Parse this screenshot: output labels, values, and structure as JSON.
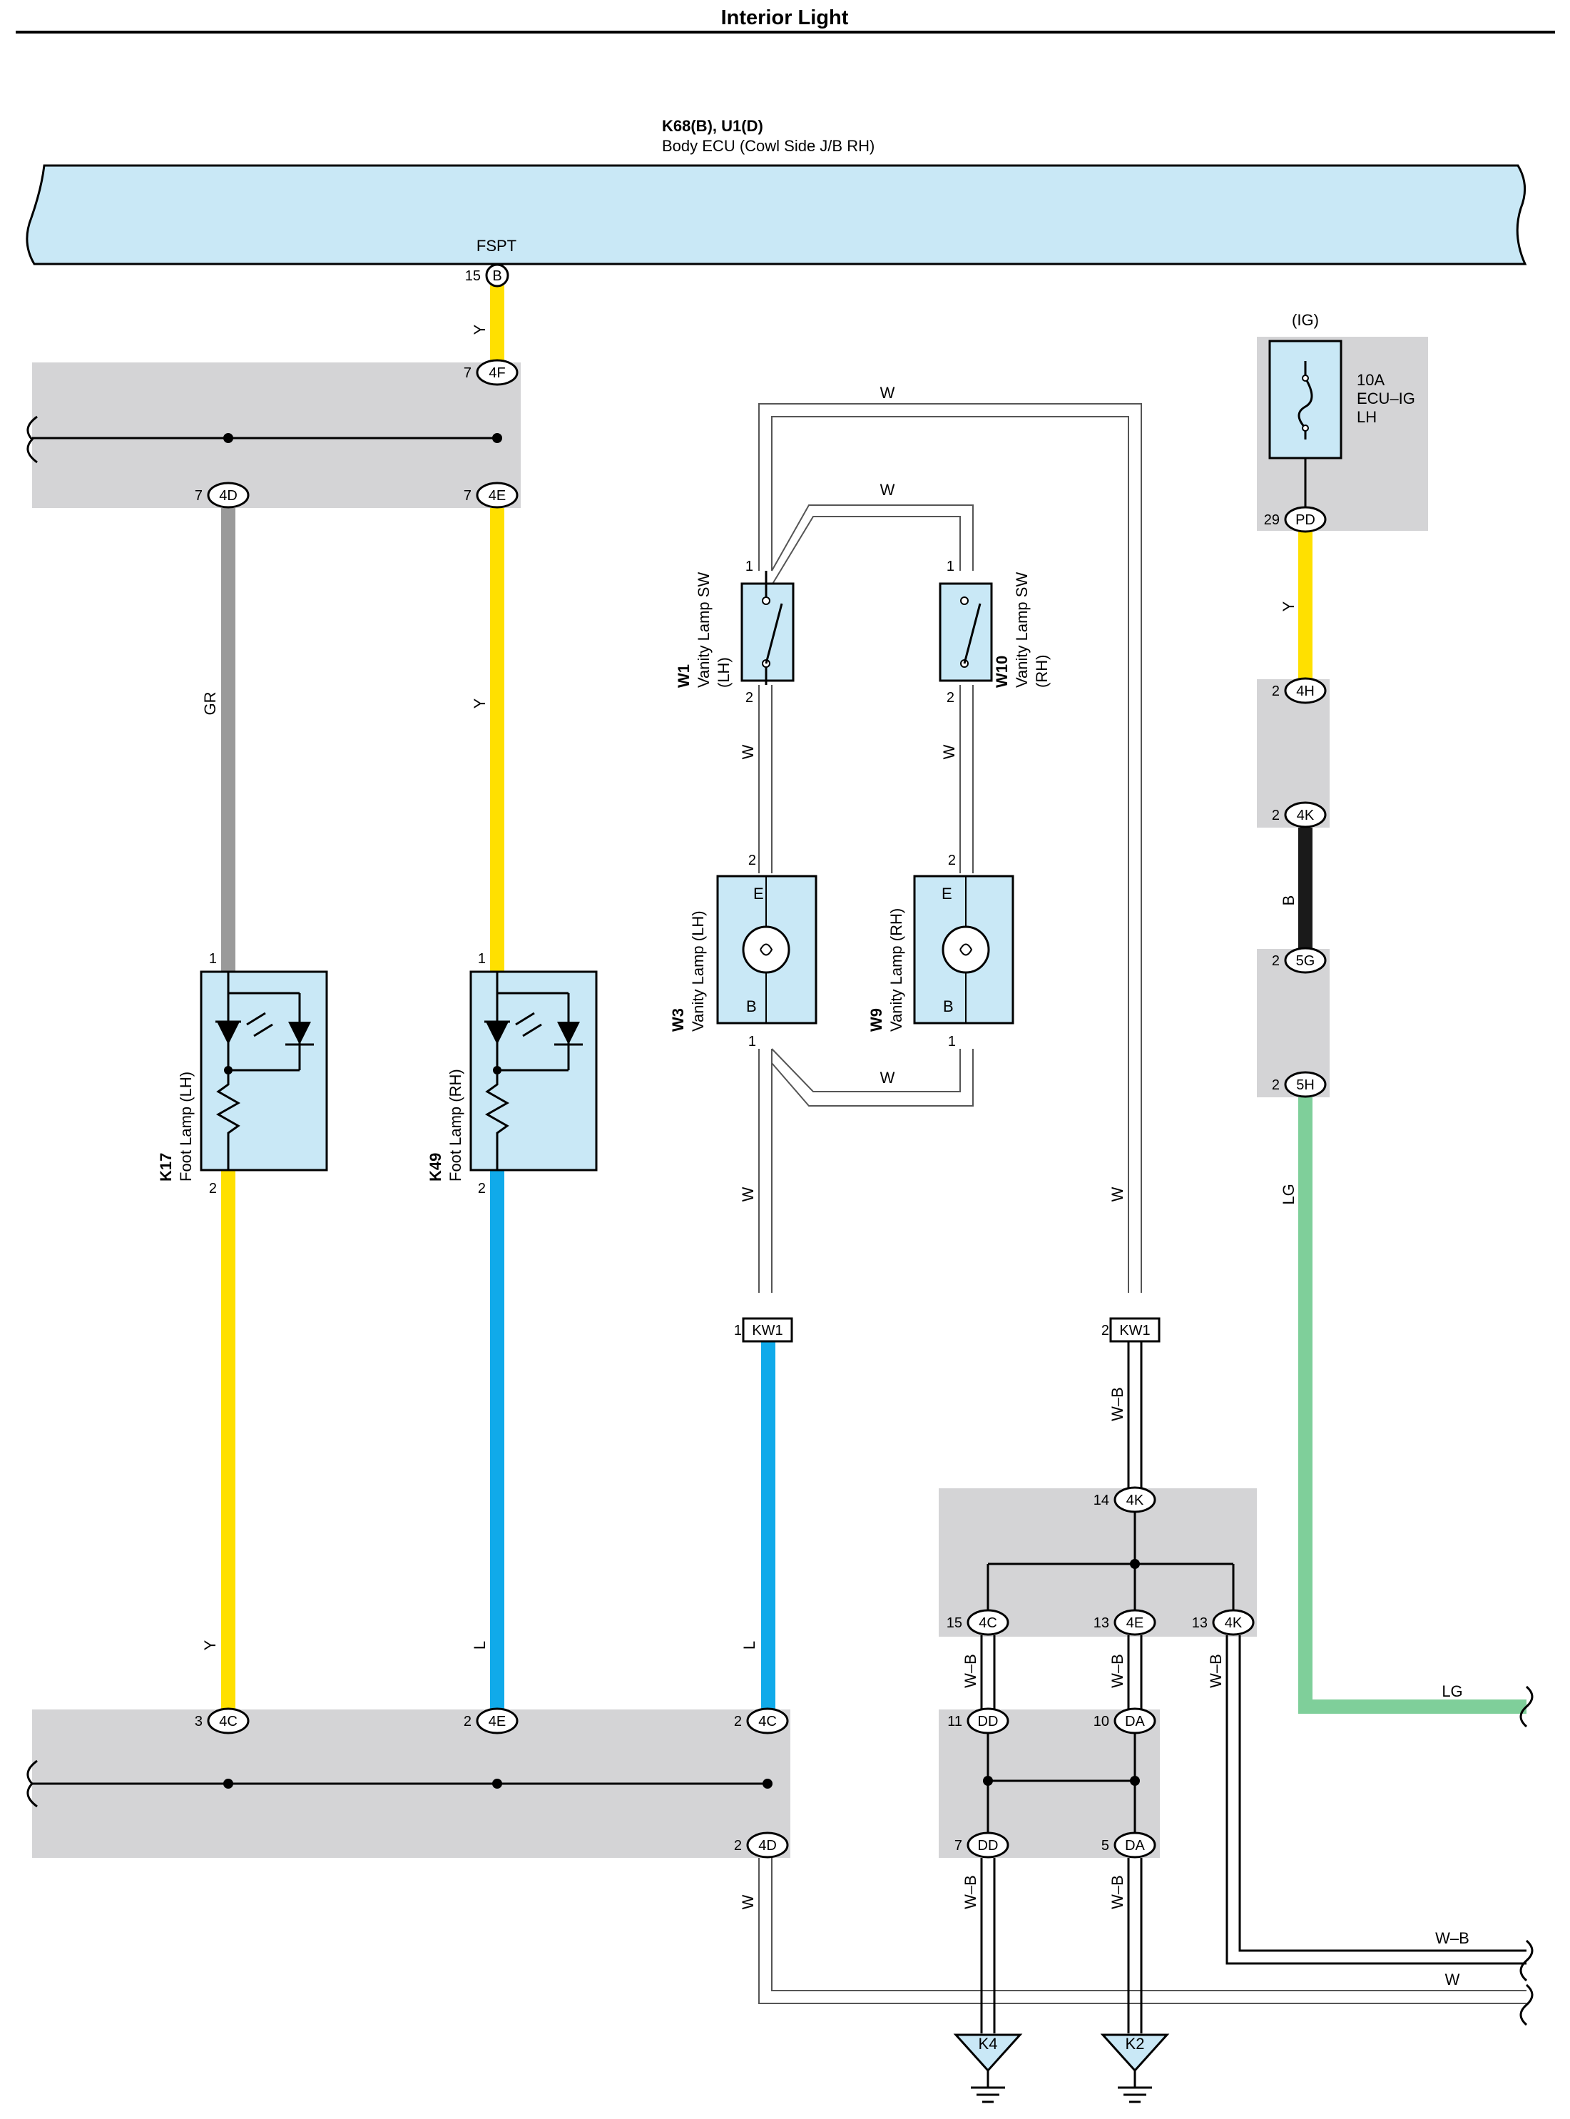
{
  "title": "Interior Light",
  "colors": {
    "ecu_fill": "#c9e8f6",
    "component_fill": "#c9e8f6",
    "jb_fill": "#d4d4d6",
    "wire_Y": "#ffe000",
    "wire_GR": "#9a9a9a",
    "wire_L": "#10aaea",
    "wire_B": "#1a1a1a",
    "wire_LG": "#7fcf9a",
    "wire_W": "#ffffff",
    "wire_outline": "#555555"
  },
  "ecu": {
    "code": "K68(B), U1(D)",
    "name": "Body ECU (Cowl Side J/B RH)",
    "terminal_name": "FSPT",
    "terminal_pin": "15",
    "terminal_conn": "B"
  },
  "fuse": {
    "group": "(IG)",
    "rating": "10A",
    "name": "ECU–IG",
    "side": "LH"
  },
  "components": {
    "w1": {
      "code": "W1",
      "name": "Vanity Lamp SW",
      "side": "(LH)",
      "pin_top": "1",
      "pin_bottom": "2"
    },
    "w10": {
      "code": "W10",
      "name": "Vanity Lamp SW",
      "side": "(RH)",
      "pin_top": "1",
      "pin_bottom": "2"
    },
    "w3": {
      "code": "W3",
      "name": "Vanity Lamp (LH)",
      "pin_top": "2",
      "pin_bottom": "1",
      "term_top": "E",
      "term_bottom": "B"
    },
    "w9": {
      "code": "W9",
      "name": "Vanity Lamp (RH)",
      "pin_top": "2",
      "pin_bottom": "1",
      "term_top": "E",
      "term_bottom": "B"
    },
    "k17": {
      "code": "K17",
      "name": "Foot Lamp (LH)",
      "pin_top": "1",
      "pin_bottom": "2"
    },
    "k49": {
      "code": "K49",
      "name": "Foot Lamp (RH)",
      "pin_top": "1",
      "pin_bottom": "2"
    }
  },
  "connectors": {
    "c4f": {
      "pin": "7",
      "label": "4F"
    },
    "c4d_top": {
      "pin": "7",
      "label": "4D"
    },
    "c4e_top": {
      "pin": "7",
      "label": "4E"
    },
    "pd": {
      "pin": "29",
      "label": "PD"
    },
    "c4h": {
      "pin": "2",
      "label": "4H"
    },
    "c4k_right": {
      "pin": "2",
      "label": "4K"
    },
    "c5g": {
      "pin": "2",
      "label": "5G"
    },
    "c5h": {
      "pin": "2",
      "label": "5H"
    },
    "kw1_1": {
      "pin": "1",
      "label": "KW1"
    },
    "kw1_2": {
      "pin": "2",
      "label": "KW1"
    },
    "c4k_14": {
      "pin": "14",
      "label": "4K"
    },
    "c4c_15": {
      "pin": "15",
      "label": "4C"
    },
    "c4e_13": {
      "pin": "13",
      "label": "4E"
    },
    "c4k_13": {
      "pin": "13",
      "label": "4K"
    },
    "dd_11": {
      "pin": "11",
      "label": "DD"
    },
    "da_10": {
      "pin": "10",
      "label": "DA"
    },
    "dd_7": {
      "pin": "7",
      "label": "DD"
    },
    "da_5": {
      "pin": "5",
      "label": "DA"
    },
    "c4c_3": {
      "pin": "3",
      "label": "4C"
    },
    "c4e_2": {
      "pin": "2",
      "label": "4E"
    },
    "c4c_2": {
      "pin": "2",
      "label": "4C"
    },
    "c4d_2": {
      "pin": "2",
      "label": "4D"
    }
  },
  "grounds": {
    "g1": "K4",
    "g2": "K2"
  },
  "wire_labels": {
    "y_ecu": "Y",
    "gr": "GR",
    "y_mid": "Y",
    "y_left_low": "Y",
    "l_mid": "L",
    "l_kw": "L",
    "w_top": "W",
    "w_cross_top": "W",
    "w_cross_bottom": "W",
    "w1_w": "W",
    "w10_w": "W",
    "w_left_down": "W",
    "w_right_down": "W",
    "w_bottom": "W",
    "w_exit": "W",
    "wb_kw": "W–B",
    "wb_4c": "W–B",
    "wb_4e": "W–B",
    "wb_4k": "W–B",
    "wb_dd": "W–B",
    "wb_da": "W–B",
    "wb_exit": "W–B",
    "y_fuse": "Y",
    "b_wire": "B",
    "lg_down": "LG",
    "lg_exit": "LG"
  }
}
